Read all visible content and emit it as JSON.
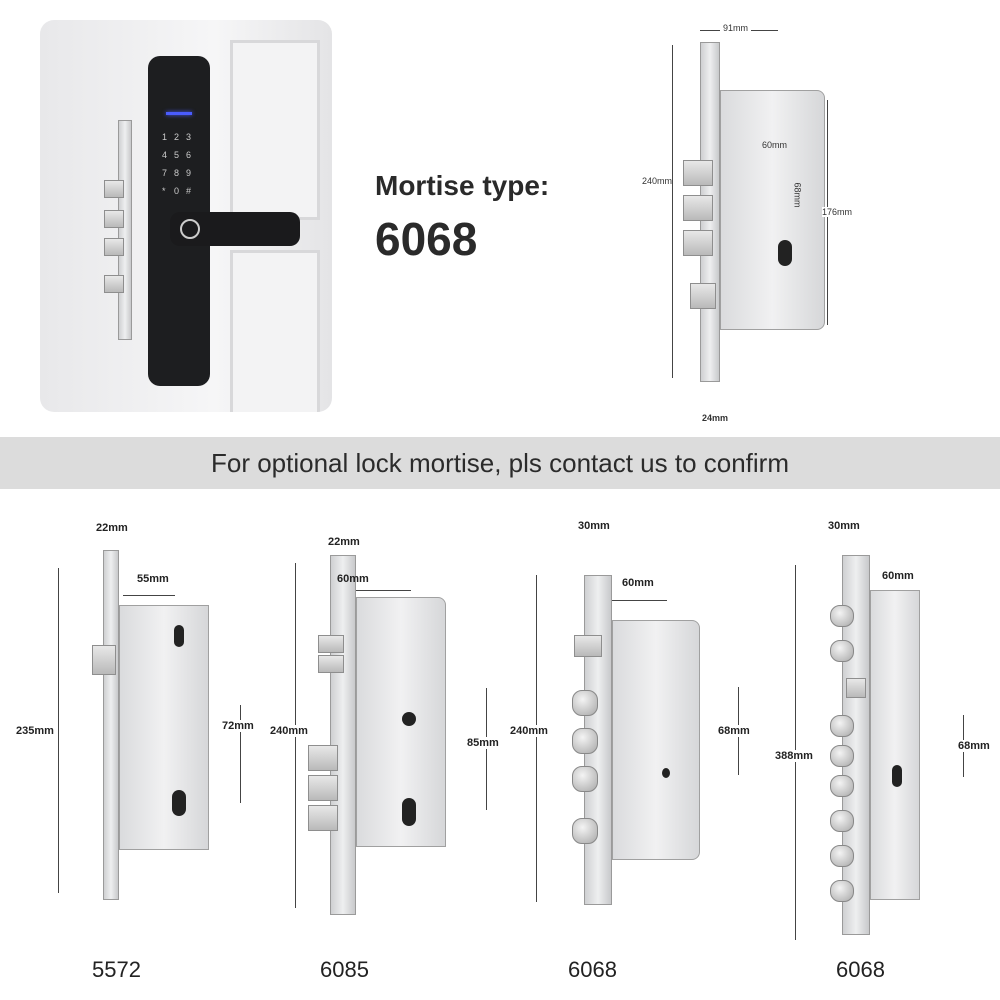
{
  "heading": {
    "label": "Mortise type:",
    "model": "6068"
  },
  "photo": {
    "keypad_keys": [
      "1",
      "2",
      "3",
      "4",
      "5",
      "6",
      "7",
      "8",
      "9",
      "*",
      "0",
      "#"
    ]
  },
  "top_diagram": {
    "width": "91mm",
    "height": "240mm",
    "body_height": "176mm",
    "backset": "60mm",
    "center": "68mm",
    "faceplate": "24mm"
  },
  "banner": "For optional lock mortise, pls contact us to confirm",
  "models": [
    {
      "name": "5572",
      "faceplate": "22mm",
      "backset": "55mm",
      "height": "235mm",
      "center": "72mm"
    },
    {
      "name": "6085",
      "faceplate": "22mm",
      "backset": "60mm",
      "height": "240mm",
      "center": "85mm"
    },
    {
      "name": "6068",
      "faceplate": "30mm",
      "backset": "60mm",
      "height": "240mm",
      "center": "68mm"
    },
    {
      "name": "6068",
      "faceplate": "30mm",
      "backset": "60mm",
      "height": "388mm",
      "center": "68mm"
    }
  ]
}
